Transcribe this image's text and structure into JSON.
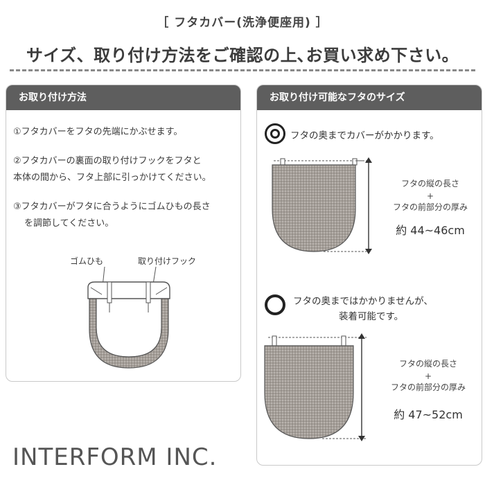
{
  "page": {
    "subtitle": "［ フタカバー(洗浄便座用) ］",
    "headline": "サイズ、取り付け方法をご確認の上､お買い求め下さい。",
    "brand": "INTERFORM INC."
  },
  "install_panel": {
    "title": "お取り付け方法",
    "steps": [
      "①フタカバーをフタの先端にかぶせます。",
      "②フタカバーの裏面の取り付けフックをフタと",
      "本体の間から、フタ上部に引っかけてください。",
      "③フタカバーがフタに合うようにゴムひもの長さ",
      "を調節してください。"
    ],
    "diagram_labels": {
      "elastic": "ゴムひも",
      "hook": "取り付けフック"
    }
  },
  "size_panel": {
    "title": "お取り付け可能なフタのサイズ",
    "case1": {
      "caption": "フタの奥までカバーがかかります。",
      "note_line1": "フタの縦の長さ",
      "note_plus": "+",
      "note_line2": "フタの前部分の厚み",
      "size": "約 44~46cm"
    },
    "case2": {
      "caption_line1": "フタの奥まではかかりませんが、",
      "caption_line2": "装着可能です。",
      "note_line1": "フタの縦の長さ",
      "note_plus": "+",
      "note_line2": "フタの前部分の厚み",
      "size": "約 47~52cm"
    }
  },
  "colors": {
    "header_bg": "#5e5e5e",
    "text": "#3a3a3a",
    "fabric": "#9b9590"
  }
}
